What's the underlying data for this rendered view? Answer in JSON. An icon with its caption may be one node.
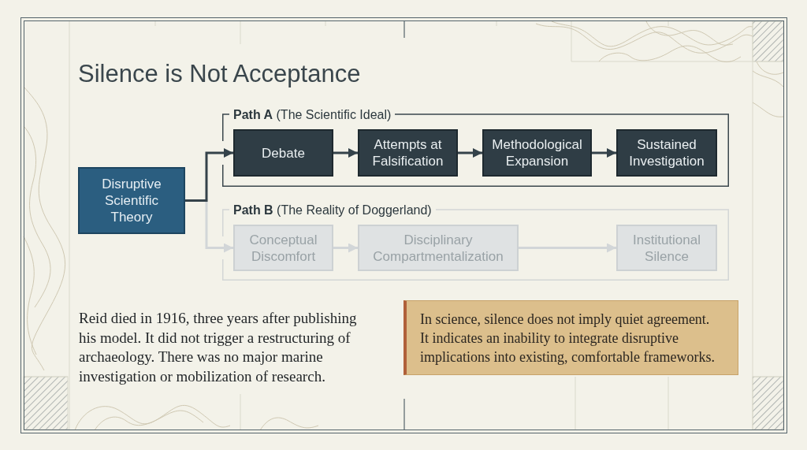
{
  "diagram": {
    "title": "Silence is Not Acceptance",
    "nodes": [
      {
        "text": [
          "Disruptive Scientific Theory"
        ]
      },
      {
        "text": [
          "**Path A** (The Scientific Ideal)"
        ]
      },
      {
        "text": [
          "Debate"
        ],
        "in": 1
      },
      {
        "text": [
          "Attempts at Falsification"
        ],
        "in": 1
      },
      {
        "text": [
          "Methodological Expansion"
        ],
        "in": 1
      },
      {
        "text": [
          "Sustained Investigation"
        ],
        "in": 1
      },
      {
        "text": [
          "**Path B** (The Reality of Doggerland)"
        ]
      },
      {
        "text": [
          "Conceptual Discomfort"
        ],
        "in": 6
      },
      {
        "text": [
          "Disciplinary Compartmentalization"
        ],
        "in": 6
      },
      {
        "text": [
          "Institutional Silence"
        ],
        "in": 6
      },
      {
        "text": [
          "In science, silence does not imply quiet agreement. It indicates an inability to integrate disruptive implications into existing, comfortable frameworks."
        ]
      }
    ],
    "edges": [
      {
        "from": 0,
        "to": 2,
        "arrow": "to"
      },
      {
        "from": 2,
        "to": 3,
        "arrow": "to"
      },
      {
        "from": 3,
        "to": 4,
        "arrow": "to"
      },
      {
        "from": 4,
        "to": 5,
        "arrow": "to"
      },
      {
        "from": 0,
        "to": 7,
        "arrow": "to",
        "color": "#d2d6d8"
      },
      {
        "from": 7,
        "to": 8,
        "arrow": "to",
        "color": "#d2d6d8"
      },
      {
        "from": 8,
        "to": 9,
        "arrow": "to",
        "color": "#d2d6d8"
      }
    ],
    "labels": [
      "Reid died in 1916, three years after publishing his model. It did not trigger a restructuring of archaeology. There was no major marine investigation or mobilization of research."
    ]
  }
}
